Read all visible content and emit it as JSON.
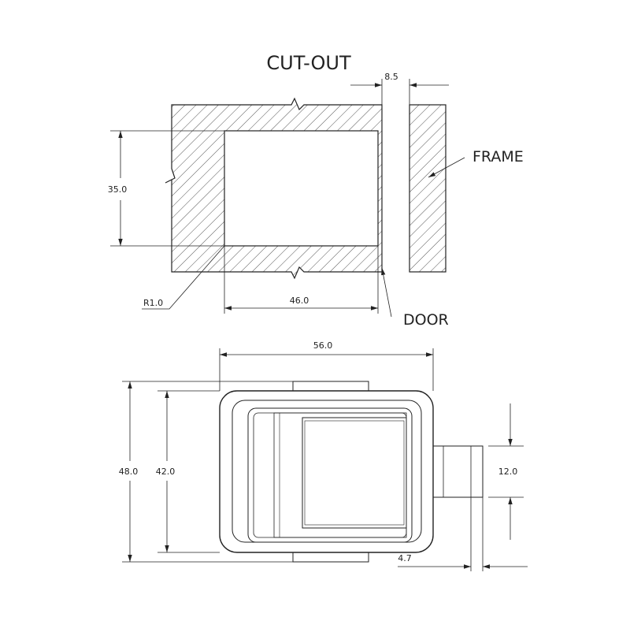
{
  "titles": {
    "cutout": "CUT-OUT",
    "frame": "FRAME",
    "door": "DOOR"
  },
  "dims": {
    "d8_5": "8.5",
    "d35": "35.0",
    "d46": "46.0",
    "r1": "R1.0",
    "d56": "56.0",
    "d48": "48.0",
    "d42": "42.0",
    "d12": "12.0",
    "d4_7": "4.7"
  },
  "colors": {
    "line": "#222222",
    "hatch": "#555555",
    "background": "#ffffff"
  }
}
